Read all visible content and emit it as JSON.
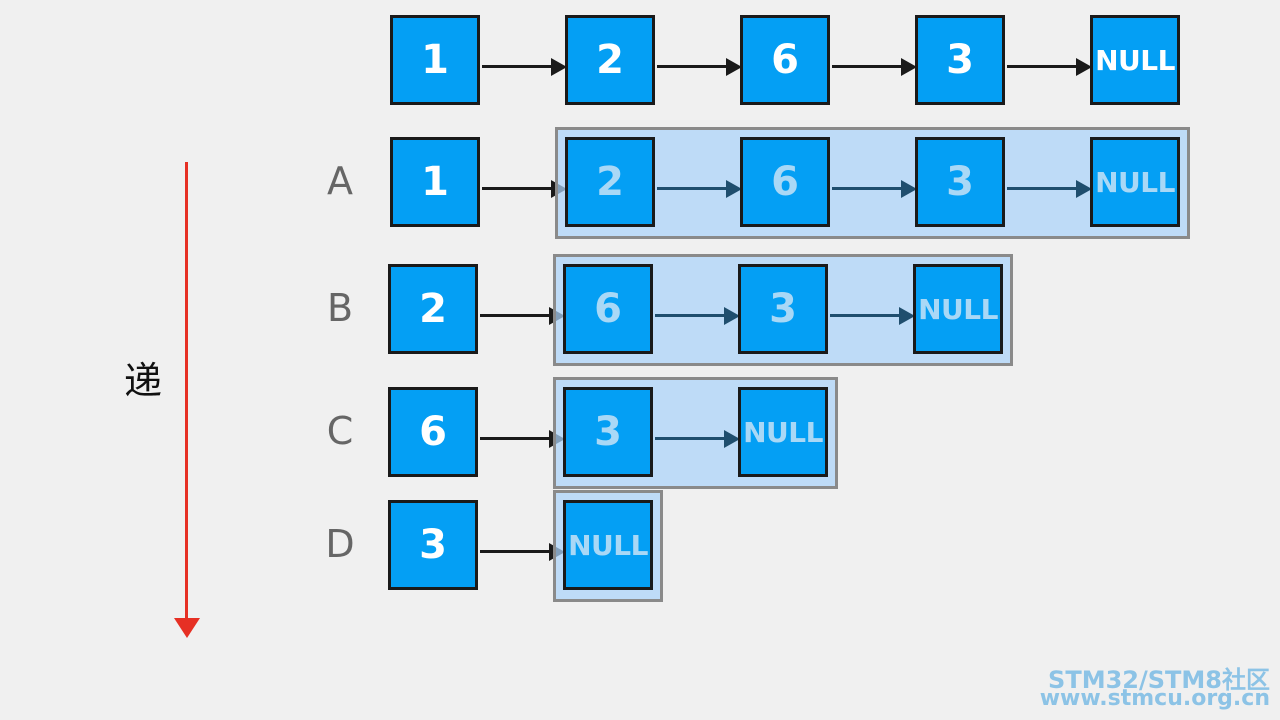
{
  "diagram": {
    "top_list": [
      "1",
      "2",
      "6",
      "3",
      "NULL"
    ],
    "rows": [
      {
        "label": "A",
        "head": "1",
        "rest": [
          "2",
          "6",
          "3",
          "NULL"
        ]
      },
      {
        "label": "B",
        "head": "2",
        "rest": [
          "6",
          "3",
          "NULL"
        ]
      },
      {
        "label": "C",
        "head": "6",
        "rest": [
          "3",
          "NULL"
        ]
      },
      {
        "label": "D",
        "head": "3",
        "rest": [
          "NULL"
        ]
      }
    ],
    "recursion_label": "递"
  },
  "watermark": {
    "line1": "STM32/STM8社区",
    "line2": "www.stmcu.org.cn"
  },
  "colors": {
    "node": "#049ff4",
    "overlay": "#aad2fa",
    "arrow": "#1a1a1a",
    "down_arrow": "#e63024"
  }
}
